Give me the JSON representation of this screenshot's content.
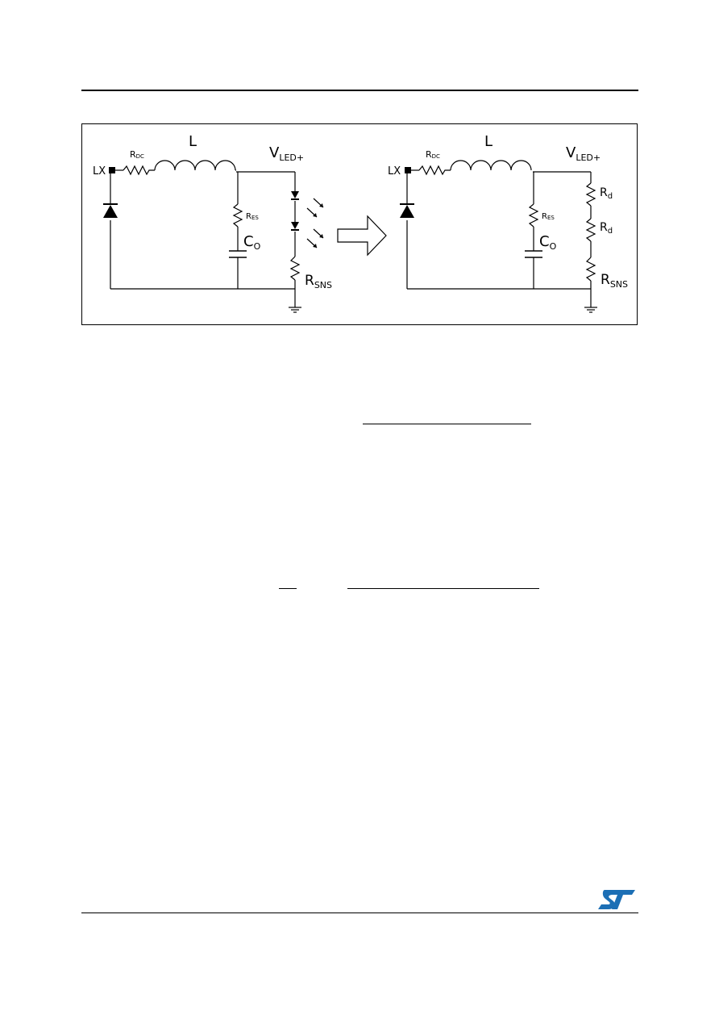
{
  "figure": {
    "original": {
      "node_lx": "LX",
      "rdc": {
        "main": "R",
        "sub": "DC"
      },
      "inductor": "L",
      "vled": {
        "main": "V",
        "sub": "LED+"
      },
      "res": {
        "main": "R",
        "sub": "ES"
      },
      "co": {
        "main": "C",
        "sub": "O"
      },
      "rsns": {
        "main": "R",
        "sub": "SNS"
      }
    },
    "equivalent": {
      "node_lx": "LX",
      "rdc": {
        "main": "R",
        "sub": "DC"
      },
      "inductor": "L",
      "vled": {
        "main": "V",
        "sub": "LED+"
      },
      "res": {
        "main": "R",
        "sub": "ES"
      },
      "co": {
        "main": "C",
        "sub": "O"
      },
      "rd1": {
        "main": "R",
        "sub": "d"
      },
      "rd2": {
        "main": "R",
        "sub": "d"
      },
      "rsns": {
        "main": "R",
        "sub": "SNS"
      }
    }
  },
  "colors": {
    "logo": "#1c6fb5",
    "line": "#000000"
  },
  "icons": {
    "arrow": "right-arrow-icon",
    "logo": "st-logo"
  }
}
